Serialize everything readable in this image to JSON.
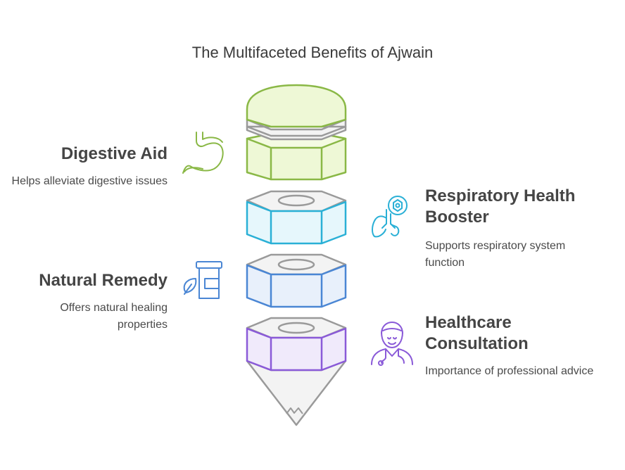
{
  "title": "The Multifaceted Benefits of Ajwain",
  "items": [
    {
      "heading": "Digestive Aid",
      "description": "Helps alleviate digestive issues",
      "icon": "stomach-icon",
      "color": "#8ab846"
    },
    {
      "heading": "Respiratory Health Booster",
      "description": "Supports respiratory system function",
      "icon": "lungs-icon",
      "color": "#2ab0d6"
    },
    {
      "heading": "Natural Remedy",
      "description": "Offers natural healing properties",
      "icon": "medicine-jar-icon",
      "color": "#4a86d4"
    },
    {
      "heading": "Healthcare Consultation",
      "description": "Importance of professional advice",
      "icon": "doctor-icon",
      "color": "#8a5ad8"
    }
  ],
  "colors": {
    "green": "#8ab846",
    "green_fill": "#eef8d6",
    "cyan": "#2ab0d6",
    "cyan_fill": "#e6f7fc",
    "blue": "#4a86d4",
    "blue_fill": "#e8f0fb",
    "purple": "#8a5ad8",
    "purple_fill": "#f0eafb",
    "gray": "#9a9a9a",
    "gray_fill": "#f3f3f3"
  }
}
